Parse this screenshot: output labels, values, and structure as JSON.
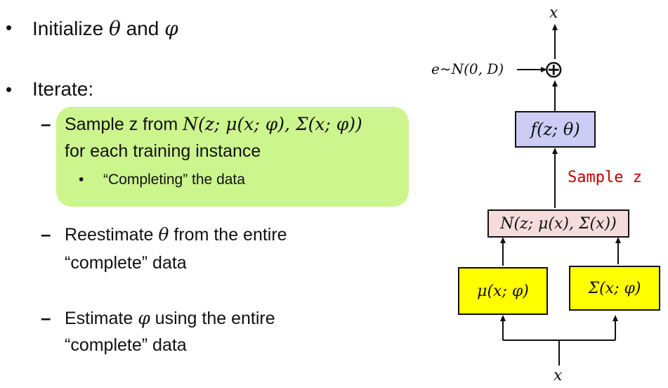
{
  "slide": {
    "bullets": [
      {
        "prefix": "Initialize ",
        "theta": "θ",
        "mid": " and ",
        "phi": "φ"
      },
      {
        "text": "Iterate:"
      }
    ],
    "sub": {
      "sample_line1_text": "Sample z from ",
      "sample_line1_math": "N(z; μ(x; φ), Σ(x; φ))",
      "sample_line2": "for each training instance",
      "completing": "“Completing” the data",
      "reestimate_prefix": "Reestimate ",
      "reestimate_theta": "θ",
      "reestimate_suffix": " from the entire",
      "reestimate_line2": "“complete” data",
      "estimate_prefix": "Estimate ",
      "estimate_phi": "φ",
      "estimate_suffix": " using the entire",
      "estimate_line2": "“complete” data"
    },
    "symbols": {
      "bullet": "•",
      "dash": "–",
      "small_bullet": "•"
    }
  },
  "diagram": {
    "x_top": "x",
    "x_bottom": "x",
    "noise": "e∼N(0, D)",
    "plus": "⊕",
    "f_box": "f(z; θ)",
    "n_box": "N(z; μ(x), Σ(x))",
    "mu_box": "μ(x; φ)",
    "sigma_box": "Σ(x; φ)",
    "sample_label": "Sample z",
    "colors": {
      "f_box": "#ccccf5",
      "n_box": "#f5dcdc",
      "mu_box": "#ffff00",
      "sigma_box": "#ffff00",
      "highlight": "#ccf58e",
      "sample_label": "#c00000"
    }
  }
}
